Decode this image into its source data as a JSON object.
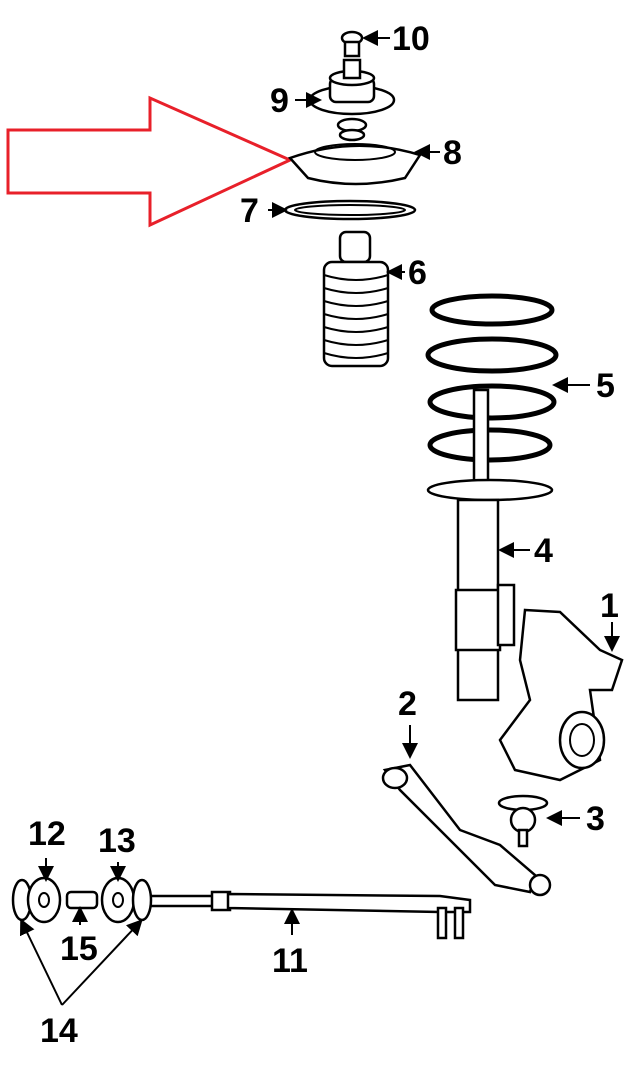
{
  "diagram": {
    "highlight_color": "#e8202a",
    "highlighted_part": "8",
    "callouts": {
      "p1": "1",
      "p2": "2",
      "p3": "3",
      "p4": "4",
      "p5": "5",
      "p6": "6",
      "p7": "7",
      "p8": "8",
      "p9": "9",
      "p10": "10",
      "p11": "11",
      "p12": "12",
      "p13": "13",
      "p14": "14",
      "p15": "15"
    }
  }
}
